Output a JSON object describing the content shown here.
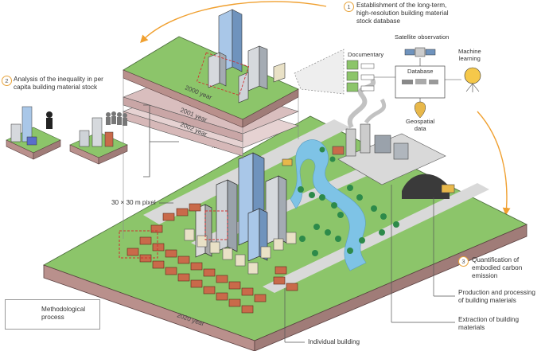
{
  "steps": [
    {
      "num": "1",
      "lines": [
        "Establishment of the long-term,",
        "high-resolution building material",
        "stock database"
      ]
    },
    {
      "num": "2",
      "lines": [
        "Analysis of the inequality in per",
        "capita building material stock"
      ]
    },
    {
      "num": "3",
      "lines": [
        "Quantification of",
        "embodied carbon",
        "emission"
      ]
    }
  ],
  "database_labels": {
    "satellite": "Satellite observation",
    "documentary": "Documentary",
    "database": "Database",
    "machine_learning": [
      "Machine",
      "learning"
    ],
    "geospatial": [
      "Geospatial",
      "data"
    ]
  },
  "layer_years": [
    "2000 year",
    "2001 year",
    "2002 year"
  ],
  "ellipsis": "...",
  "base_year": "2020 year",
  "pixel_label": "30 × 30 m pixel",
  "callouts": {
    "production": [
      "Production and processing",
      "of building materials"
    ],
    "extraction": [
      "Extraction of building",
      "materials"
    ],
    "individual": "Individual building"
  },
  "legend": {
    "label": [
      "Methodological",
      "process"
    ]
  },
  "colors": {
    "arrow": "#f0a030",
    "grass": "#8cc56a",
    "earth": "#b9908c",
    "water": "#7ec3e6",
    "road": "#d9d9d9",
    "building_blue": "#a9c7e8",
    "brick": "#c96a4a"
  }
}
